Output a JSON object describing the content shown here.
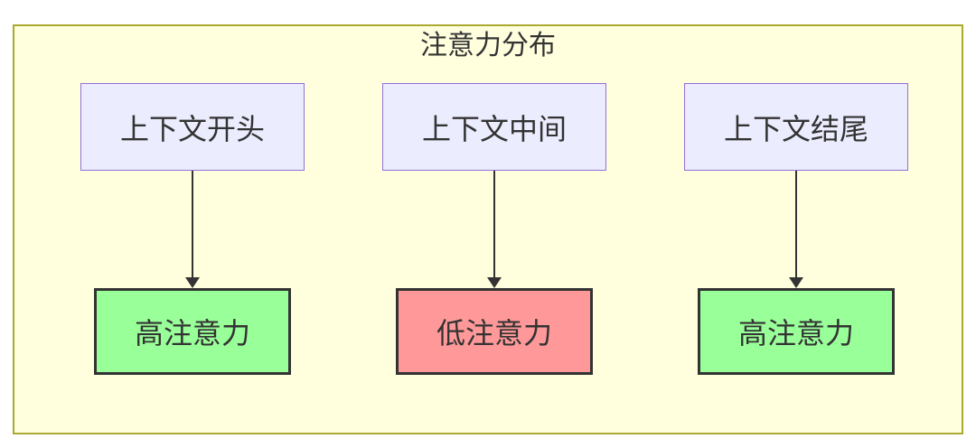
{
  "diagram": {
    "title": "注意力分布",
    "colors": {
      "container_fill": "#ffffde",
      "container_border": "#aaaa33",
      "node_fill": "#ececff",
      "node_border": "#9370db",
      "high_fill": "#99ff99",
      "low_fill": "#ff9999",
      "strong_border": "#333333",
      "arrow_color": "#333333",
      "text_color": "#333333"
    },
    "columns": [
      {
        "source": "上下文开头",
        "target": "高注意力",
        "level": "high"
      },
      {
        "source": "上下文中间",
        "target": "低注意力",
        "level": "low"
      },
      {
        "source": "上下文结尾",
        "target": "高注意力",
        "level": "high"
      }
    ]
  }
}
